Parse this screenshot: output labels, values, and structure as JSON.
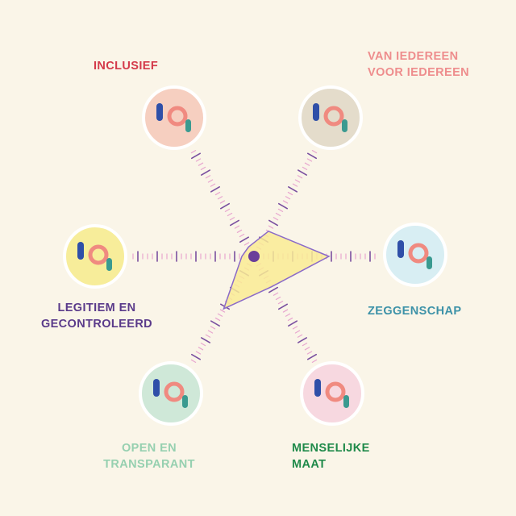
{
  "colors": {
    "background": "#faf5e8",
    "axis_tick": "#7a4fa0",
    "axis_dot": "#e8a6cf",
    "center_dot": "#6a3e9a",
    "shape_fill": "#f9eb94",
    "shape_stroke": "#8a6ac8",
    "circle_stroke": "#ffffff"
  },
  "axes": [
    {
      "key": "inclusief",
      "lines": [
        "INCLUSIEF"
      ],
      "color": "#d43a4a",
      "circle_bg": "#f6cfc0",
      "icon": "people-with-donut-icon",
      "value": 0.09
    },
    {
      "key": "van-iedereen",
      "lines": [
        "VAN IEDEREEN",
        "VOOR IEDEREEN"
      ],
      "color": "#ee8d8d",
      "circle_bg": "#e4dccb",
      "icon": "group-sharing-icon",
      "value": 0.24
    },
    {
      "key": "zeggenschap",
      "lines": [
        "ZEGGENSCHAP"
      ],
      "color": "#3d92a8",
      "circle_bg": "#d8eef3",
      "icon": "two-figures-connected-icon",
      "value": 0.62
    },
    {
      "key": "menselijke-maat",
      "lines": [
        "MENSELIJKE",
        "MAAT"
      ],
      "color": "#1f8a4a",
      "circle_bg": "#f7d8e0",
      "icon": "worm-figure-icon",
      "value": 0.29
    },
    {
      "key": "open-en-transparant",
      "lines": [
        "OPEN EN",
        "TRANSPARANT"
      ],
      "color": "#96d0b0",
      "circle_bg": "#cfe8d8",
      "icon": "spotlight-figures-icon",
      "value": 0.5
    },
    {
      "key": "legitiem",
      "lines": [
        "LEGITIEM EN",
        "GECONTROLEERD"
      ],
      "color": "#5a3a8a",
      "circle_bg": "#f7ed9a",
      "icon": "orange-creature-with-wire-icon",
      "value": 0.1
    }
  ]
}
